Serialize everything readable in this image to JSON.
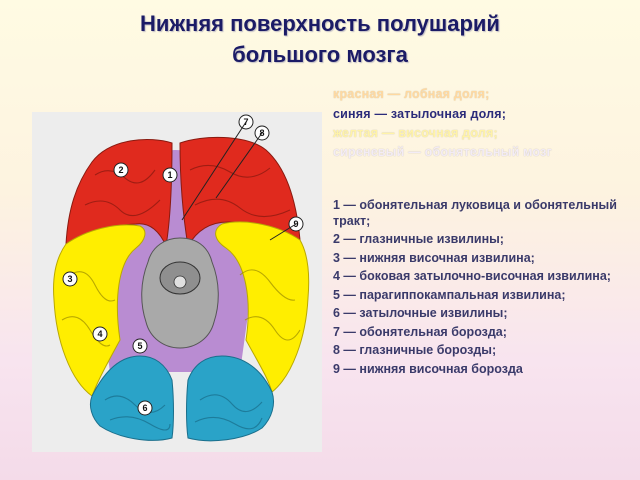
{
  "title": {
    "line1": "Нижняя поверхность полушарий",
    "line2": "большого мозга"
  },
  "colors": {
    "frontal": "#e02a1e",
    "occipital": "#2aa3c8",
    "temporal": "#ffee00",
    "olfactory": "#b98cd2",
    "brainstem": "#a9a9a9",
    "label_text": "#3a3a6a",
    "title_text": "#1b1b66"
  },
  "legend": [
    {
      "text": "красная — лобная доля;",
      "color": "#ffd9a0"
    },
    {
      "text": "синяя — затылочная доля;",
      "color": "#2b2b7a"
    },
    {
      "text": "желтая — височная доля;",
      "color": "#fff3a8"
    },
    {
      "text": "сиреневый — обонятельный мозг",
      "color": "#f3ecf6"
    }
  ],
  "key": [
    {
      "text": "1 — обонятельная луковица и обонятельный тракт;"
    },
    {
      "text": "2 — глазничные извилины;"
    },
    {
      "text": "3 — нижняя височная извилина;"
    },
    {
      "text": "4 — боковая затылочно-височная извилина;"
    },
    {
      "text": "5 — парагиппокампальная извилина;"
    },
    {
      "text": "6 — затылочные извилины;"
    },
    {
      "text": "7 — обонятельная борозда;"
    },
    {
      "text": "8 — глазничные борозды;"
    },
    {
      "text": "9 — нижняя височная борозда"
    }
  ],
  "markers": [
    "1",
    "2",
    "3",
    "4",
    "5",
    "6",
    "7",
    "8",
    "9"
  ]
}
